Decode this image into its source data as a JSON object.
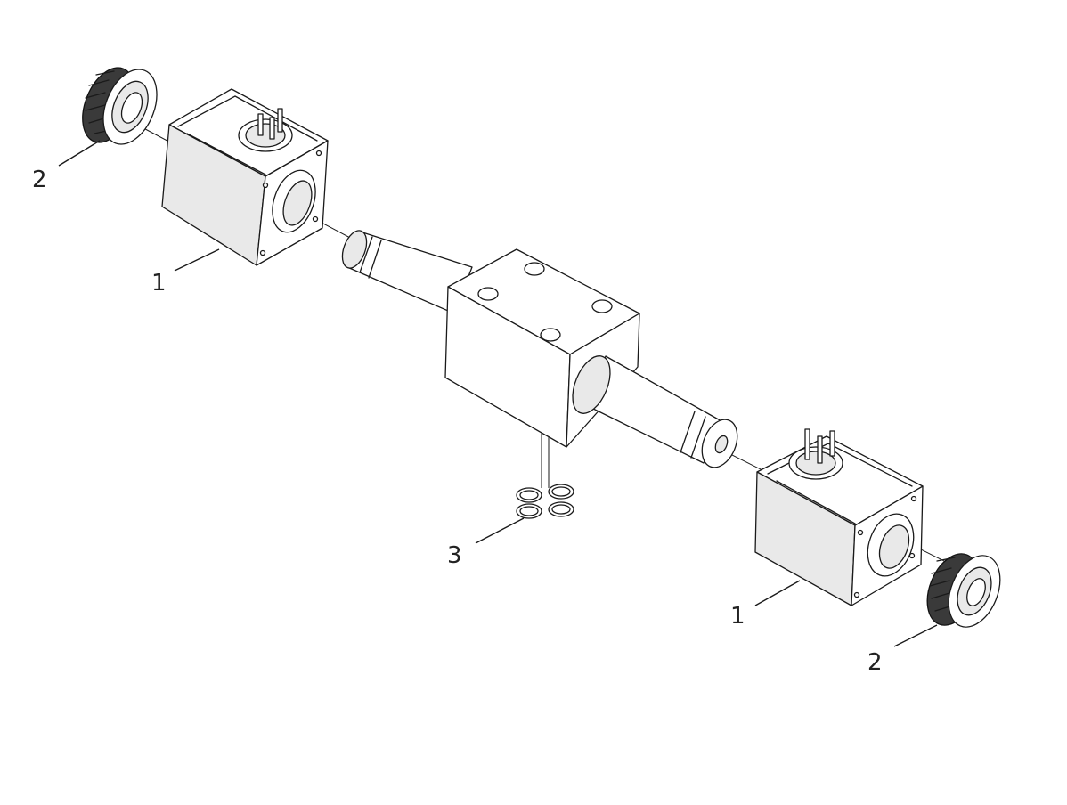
{
  "callouts": {
    "coil_left": "1",
    "nut_left": "2",
    "seals": "3",
    "coil_right": "1",
    "nut_right": "2"
  }
}
